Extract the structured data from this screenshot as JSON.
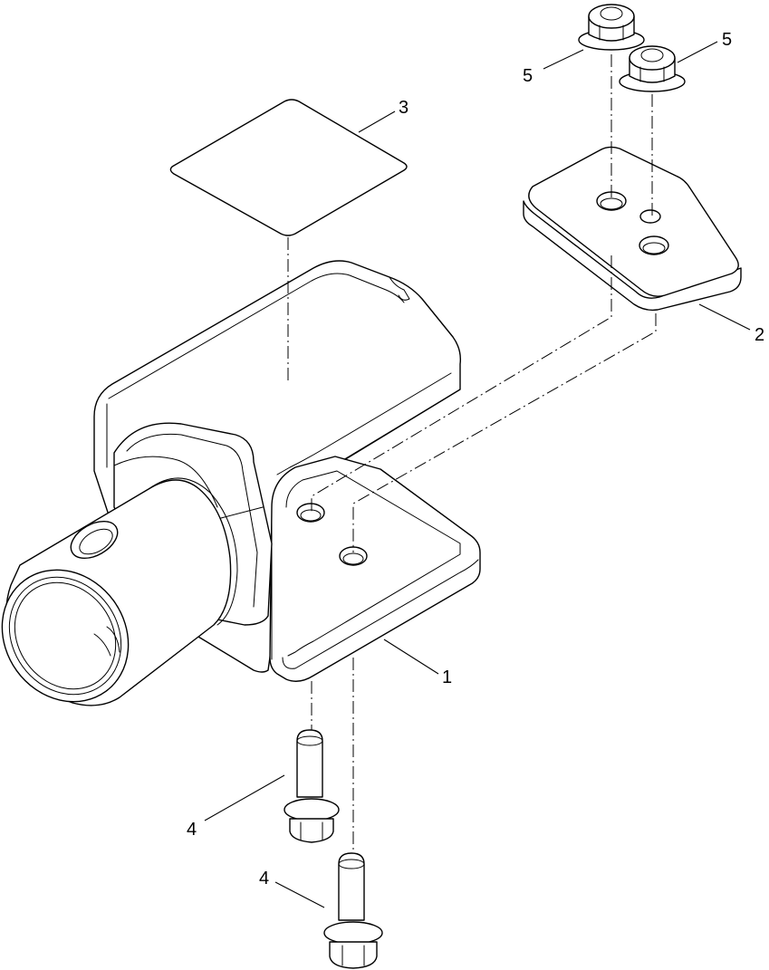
{
  "diagram": {
    "callouts": [
      {
        "id": "c1",
        "label": "1"
      },
      {
        "id": "c2",
        "label": "2"
      },
      {
        "id": "c3",
        "label": "3"
      },
      {
        "id": "c4a",
        "label": "4"
      },
      {
        "id": "c4b",
        "label": "4"
      },
      {
        "id": "c5a",
        "label": "5"
      },
      {
        "id": "c5b",
        "label": "5"
      }
    ]
  },
  "colors": {
    "line": "#000000",
    "background": "#ffffff"
  }
}
